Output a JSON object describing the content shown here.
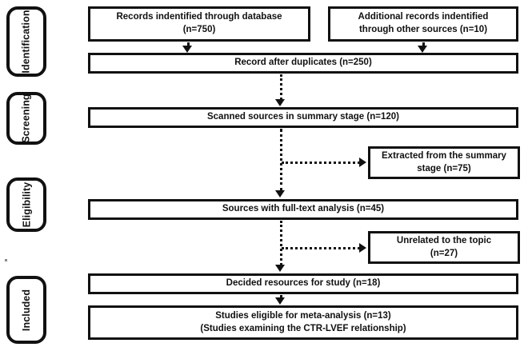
{
  "figure": {
    "type": "prisma-flow-diagram",
    "background_color": "#ffffff",
    "line_color": "#111111"
  },
  "stages": [
    {
      "id": "identification",
      "label": "Identification"
    },
    {
      "id": "screening",
      "label": "Screening"
    },
    {
      "id": "eligibility",
      "label": "Eligibility"
    },
    {
      "id": "included",
      "label": "Included"
    }
  ],
  "boxes": {
    "records_database": {
      "line1": "Records indentified through database",
      "line2": "(n=750)",
      "text": "Records indentified through database\n(n=750)",
      "count": 750
    },
    "additional_records": {
      "line1": "Additional records indentified",
      "line2": "through other sources (n=10)",
      "text": "Additional records indentified\nthrough other sources (n=10)",
      "count": 10
    },
    "after_duplicates": {
      "text": "Record after duplicates (n=250)",
      "count": 250
    },
    "scanned_summary": {
      "text": "Scanned sources in summary stage (n=120)",
      "count": 120
    },
    "extracted_summary": {
      "line1": "Extracted from the summary",
      "line2": "stage (n=75)",
      "text": "Extracted from the summary\nstage (n=75)",
      "count": 75
    },
    "full_text_analysis": {
      "text": "Sources with full-text analysis (n=45)",
      "count": 45
    },
    "unrelated_topic": {
      "line1": "Unrelated to the topic",
      "line2": "(n=27)",
      "text": "Unrelated to the topic\n(n=27)",
      "count": 27
    },
    "decided_resources": {
      "text": "Decided resources for study (n=18)",
      "count": 18
    },
    "studies_eligible": {
      "line1": "Studies eligible for meta-analysis (n=13)",
      "line2": "(Studies examining the CTR-LVEF relationship)",
      "text": "Studies eligible for meta-analysis (n=13)\n(Studies examining the CTR-LVEF relationship)",
      "count": 13
    }
  },
  "chart_data": {
    "type": "diagram",
    "title": "PRISMA flow diagram",
    "nodes": [
      {
        "id": "records_database",
        "stage": "Identification",
        "label": "Records indentified through database (n=750)",
        "n": 750
      },
      {
        "id": "additional_records",
        "stage": "Identification",
        "label": "Additional records indentified through other sources (n=10)",
        "n": 10
      },
      {
        "id": "after_duplicates",
        "stage": "Identification",
        "label": "Record after duplicates (n=250)",
        "n": 250
      },
      {
        "id": "scanned_summary",
        "stage": "Screening",
        "label": "Scanned sources in summary stage (n=120)",
        "n": 120
      },
      {
        "id": "extracted_summary",
        "stage": "Screening",
        "label": "Extracted from the summary stage (n=75)",
        "n": 75
      },
      {
        "id": "full_text_analysis",
        "stage": "Eligibility",
        "label": "Sources with full-text analysis (n=45)",
        "n": 45
      },
      {
        "id": "unrelated_topic",
        "stage": "Eligibility",
        "label": "Unrelated to the topic (n=27)",
        "n": 27
      },
      {
        "id": "decided_resources",
        "stage": "Included",
        "label": "Decided resources for study (n=18)",
        "n": 18
      },
      {
        "id": "studies_eligible",
        "stage": "Included",
        "label": "Studies eligible for meta-analysis (n=13) (Studies examining the CTR-LVEF relationship)",
        "n": 13
      }
    ],
    "edges": [
      {
        "from": "records_database",
        "to": "after_duplicates",
        "style": "dotted-arrow",
        "direction": "down"
      },
      {
        "from": "additional_records",
        "to": "after_duplicates",
        "style": "dotted-arrow",
        "direction": "down"
      },
      {
        "from": "after_duplicates",
        "to": "scanned_summary",
        "style": "dotted-arrow",
        "direction": "down"
      },
      {
        "from": "scanned_summary",
        "to": "extracted_summary",
        "style": "dotted-arrow",
        "direction": "right"
      },
      {
        "from": "scanned_summary",
        "to": "full_text_analysis",
        "style": "dotted-arrow",
        "direction": "down"
      },
      {
        "from": "full_text_analysis",
        "to": "unrelated_topic",
        "style": "dotted-arrow",
        "direction": "right"
      },
      {
        "from": "full_text_analysis",
        "to": "decided_resources",
        "style": "dotted-arrow",
        "direction": "down"
      },
      {
        "from": "decided_resources",
        "to": "studies_eligible",
        "style": "dotted-arrow",
        "direction": "down"
      }
    ]
  }
}
